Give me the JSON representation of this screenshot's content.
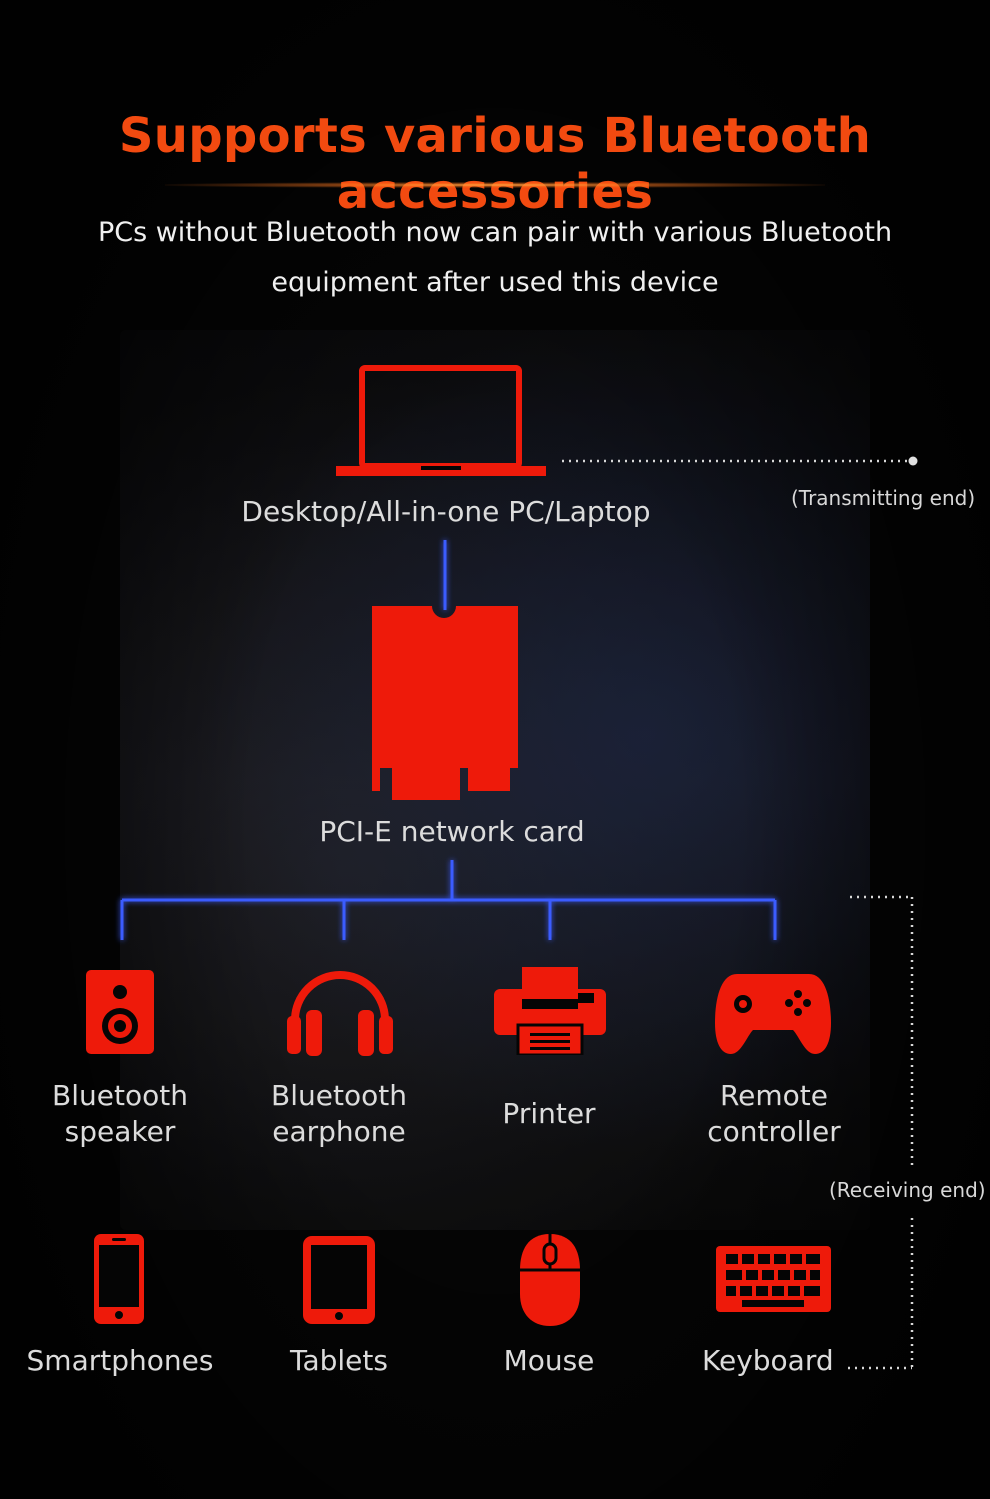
{
  "header": {
    "title": "Supports various Bluetooth accessories",
    "subtitle_line1": "PCs without Bluetooth now can pair with various Bluetooth",
    "subtitle_line2": "equipment after used this device"
  },
  "diagram": {
    "host_label": "Desktop/All-in-one PC/Laptop",
    "card_label": "PCI-E network card",
    "transmitting_label": "(Transmitting end)",
    "receiving_label": "(Receiving end)",
    "devices_row1": [
      {
        "line1": "Bluetooth",
        "line2": "speaker",
        "icon": "speaker-icon"
      },
      {
        "line1": "Bluetooth",
        "line2": "earphone",
        "icon": "headphones-icon"
      },
      {
        "line1": "Printer",
        "line2": "",
        "icon": "printer-icon"
      },
      {
        "line1": "Remote",
        "line2": "controller",
        "icon": "gamepad-icon"
      }
    ],
    "devices_row2": [
      {
        "label": "Smartphones",
        "icon": "smartphone-icon"
      },
      {
        "label": "Tablets",
        "icon": "tablet-icon"
      },
      {
        "label": "Mouse",
        "icon": "mouse-icon"
      },
      {
        "label": "Keyboard",
        "icon": "keyboard-icon"
      }
    ]
  },
  "colors": {
    "accent": "#f24a10",
    "icon_red": "#ee1a0a",
    "connector_blue": "#3a5cff"
  }
}
